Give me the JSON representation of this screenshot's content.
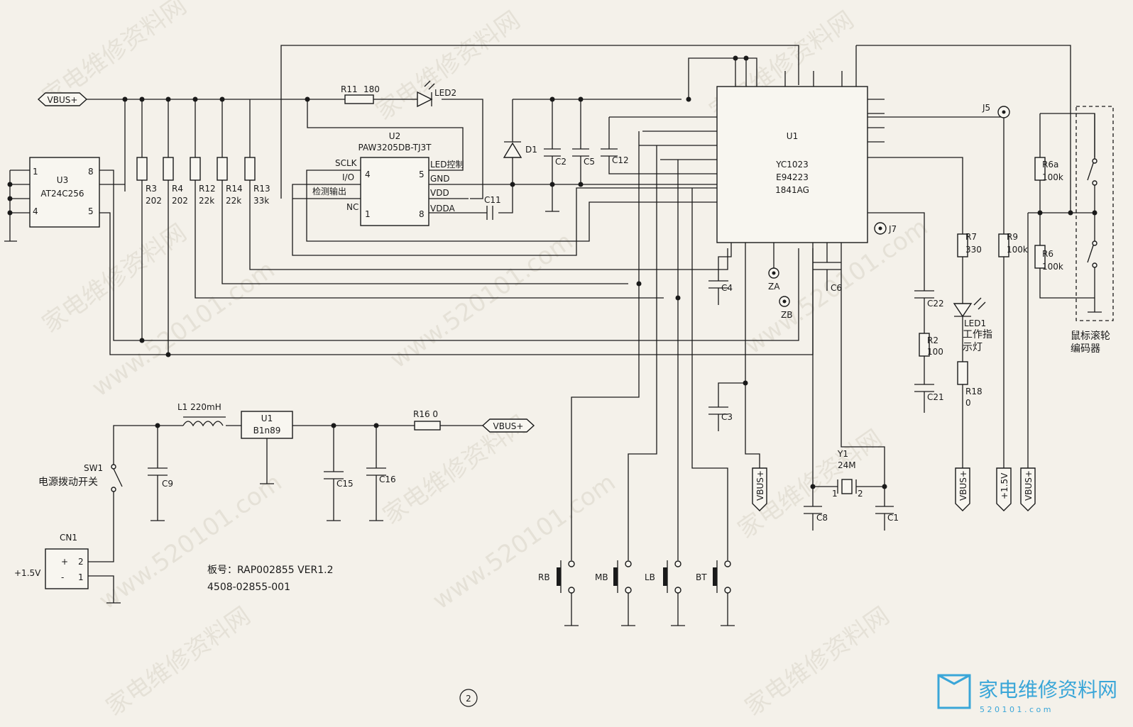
{
  "net": {
    "vbus": "VBUS+",
    "plus15": "+1.5V",
    "cn1_supply": "+1.5V"
  },
  "u3": {
    "ref": "U3",
    "part": "AT24C256",
    "pins": [
      "1",
      "8",
      "4",
      "5"
    ]
  },
  "resistors_top": [
    {
      "ref": "R3",
      "val": "202"
    },
    {
      "ref": "R4",
      "val": "202"
    },
    {
      "ref": "R12",
      "val": "22k"
    },
    {
      "ref": "R14",
      "val": "22k"
    },
    {
      "ref": "R13",
      "val": "33k"
    }
  ],
  "r11": {
    "ref": "R11",
    "val": "180"
  },
  "led2": "LED2",
  "u2": {
    "ref": "U2",
    "part": "PAW3205DB-TJ3T",
    "left_pins": [
      "SCLK",
      "I/O",
      "检测输出",
      "NC"
    ],
    "left_nums": [
      "4",
      "1"
    ],
    "right_pins": [
      "LED控制",
      "GND",
      "VDD",
      "VDDA"
    ],
    "right_nums": [
      "5",
      "8"
    ]
  },
  "d1": "D1",
  "caps_top": [
    "C2",
    "C5",
    "C12",
    "C11"
  ],
  "u1": {
    "ref": "U1",
    "part": "YC1023",
    "code1": "E94223",
    "code2": "1841AG"
  },
  "j5": "J5",
  "j7": "J7",
  "za": "ZA",
  "zb": "ZB",
  "caps_mid": [
    "C4",
    "C6",
    "C3",
    "C22",
    "C21",
    "C8",
    "C1"
  ],
  "r7": {
    "ref": "R7",
    "val": "330"
  },
  "r2": {
    "ref": "R2",
    "val": "100"
  },
  "r18": {
    "ref": "R18",
    "val": "0"
  },
  "r9": {
    "ref": "R9",
    "val": "100k"
  },
  "r6a": {
    "ref": "R6a",
    "val": "100k"
  },
  "r6": {
    "ref": "R6",
    "val": "100k"
  },
  "led1": {
    "ref": "LED1",
    "line1": "工作指",
    "line2": "示灯"
  },
  "encoder": {
    "line1": "鼠标滚轮",
    "line2": "编码器"
  },
  "y1": {
    "ref": "Y1",
    "val": "24M",
    "pin1": "1",
    "pin2": "2"
  },
  "power": {
    "l1": "L1  220mH",
    "reg_ref": "U1",
    "reg_part": "B1n89",
    "r16": "R16  0",
    "sw1": "SW1",
    "sw1_desc": "电源拨动开关",
    "c9": "C9",
    "c15": "C15",
    "c16": "C16",
    "cn1": "CN1",
    "cn1_p2": "2",
    "cn1_p1": "1",
    "plus": "+",
    "minus": "-"
  },
  "buttons": [
    "RB",
    "MB",
    "LB",
    "BT"
  ],
  "board": {
    "line1": "板号：RAP002855  VER1.2",
    "line2": "4508-02855-001"
  },
  "page_num": "2",
  "logo": {
    "text": "家电维修资料网",
    "url": "5 2 0 1 0 1 . c o m"
  },
  "watermark": "家电维修资料网",
  "watermark_url": "www.520101.com",
  "colors": {
    "ink": "#1a1a1a",
    "paper": "#f4f1ea",
    "logo": "#3aa6d8"
  }
}
